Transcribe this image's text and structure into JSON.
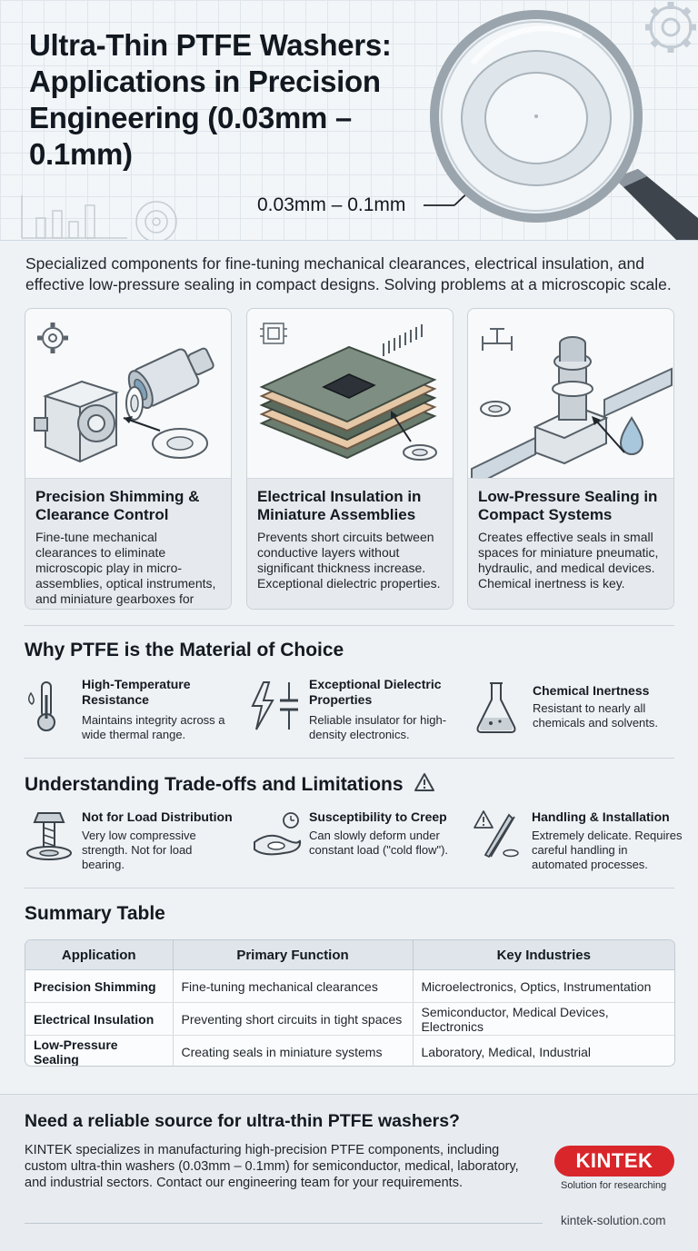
{
  "header": {
    "title": "Ultra-Thin PTFE Washers: Applications in Precision Engineering (0.03mm – 0.1mm)",
    "range_label": "0.03mm – 0.1mm"
  },
  "intro": "Specialized components for fine-tuning mechanical clearances, electrical insulation, and effective low-pressure sealing in compact designs. Solving problems at a microscopic scale.",
  "cards": [
    {
      "title": "Precision Shimming & Clearance Control",
      "text": "Fine-tune mechanical clearances to eliminate microscopic play in micro-assemblies, optical instruments, and miniature gearboxes for precise alignment."
    },
    {
      "title": "Electrical Insulation in Miniature Assemblies",
      "text": "Prevents short circuits between conductive layers without significant thickness increase. Exceptional dielectric properties."
    },
    {
      "title": "Low-Pressure Sealing in Compact Systems",
      "text": "Creates effective seals in small spaces for miniature pneumatic, hydraulic, and medical devices. Chemical inertness is key."
    }
  ],
  "why": {
    "title": "Why PTFE is the Material of Choice",
    "items": [
      {
        "icon": "thermometer-icon",
        "title": "High-Temperature Resistance",
        "text": "Maintains integrity across a wide thermal range."
      },
      {
        "icon": "capacitor-icon",
        "title": "Exceptional Dielectric Properties",
        "text": "Reliable insulator for high-density electronics."
      },
      {
        "icon": "flask-icon",
        "title": "Chemical Inertness",
        "text": "Resistant to nearly all chemicals and solvents."
      }
    ]
  },
  "tradeoffs": {
    "title": "Understanding Trade-offs and Limitations",
    "warning_icon": "warning-icon",
    "items": [
      {
        "icon": "bolt-icon",
        "title": "Not for Load Distribution",
        "text": "Very low compressive strength. Not for load bearing."
      },
      {
        "icon": "creep-icon",
        "title": "Susceptibility to Creep",
        "text": "Can slowly deform under constant load (\"cold flow\")."
      },
      {
        "icon": "tweezers-icon",
        "title": "Handling & Installation",
        "text": "Extremely delicate. Requires careful handling in automated processes."
      }
    ]
  },
  "summary": {
    "title": "Summary Table",
    "headers": [
      "Application",
      "Primary Function",
      "Key Industries"
    ],
    "rows": [
      [
        "Precision Shimming",
        "Fine-tuning mechanical clearances",
        "Microelectronics, Optics, Instrumentation"
      ],
      [
        "Electrical Insulation",
        "Preventing short circuits in tight spaces",
        "Semiconductor, Medical Devices, Electronics"
      ],
      [
        "Low-Pressure Sealing",
        "Creating seals in miniature systems",
        "Laboratory, Medical, Industrial"
      ]
    ]
  },
  "cta": {
    "title": "Need a reliable source for ultra-thin PTFE washers?",
    "text": "KINTEK specializes in manufacturing high-precision PTFE components, including custom ultra-thin washers (0.03mm – 0.1mm) for semiconductor, medical, laboratory, and industrial sectors. Contact our engineering team for your requirements.",
    "logo": "KINTEK",
    "tagline": "Solution for researching",
    "site": "kintek-solution.com"
  },
  "colors": {
    "brand": "#d8262b",
    "ink": "#141a21",
    "panel": "#e6eaee"
  }
}
